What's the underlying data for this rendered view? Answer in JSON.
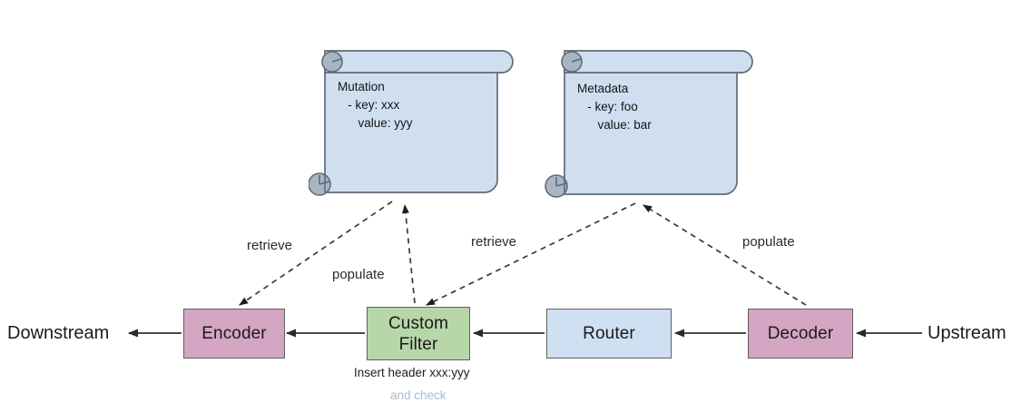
{
  "diagram": {
    "title": "Envoy filter chain with mutation and metadata scrolls",
    "colors": {
      "pink": "#d5a5c4",
      "green": "#b7d7a8",
      "blue": "#cfe0f3",
      "scroll_fill": "#cfdff0",
      "scroll_curl": "#9aa9b8",
      "stroke": "#5f5f5f",
      "edge": "#444444",
      "text": "#1a1a1a"
    },
    "scrolls": [
      {
        "id": "mutation",
        "name": "Mutation",
        "lines": [
          "Mutation",
          "   - key: xxx",
          "      value: yyy"
        ]
      },
      {
        "id": "metadata",
        "name": "Metadata",
        "lines": [
          "Metadata",
          "   - key: foo",
          "      value: bar"
        ]
      }
    ],
    "nodes": [
      {
        "id": "encoder",
        "label": "Encoder",
        "color": "pink"
      },
      {
        "id": "custom-filter",
        "label": "Custom\nFilter",
        "color": "green"
      },
      {
        "id": "router",
        "label": "Router",
        "color": "blue"
      },
      {
        "id": "decoder",
        "label": "Decoder",
        "color": "pink"
      }
    ],
    "endpoints": [
      {
        "id": "downstream",
        "label": "Downstream"
      },
      {
        "id": "upstream",
        "label": "Upstream"
      }
    ],
    "edge_labels": [
      {
        "id": "retrieve-mutation",
        "label": "retrieve"
      },
      {
        "id": "populate-mutation",
        "label": "populate"
      },
      {
        "id": "retrieve-metadata",
        "label": "retrieve"
      },
      {
        "id": "populate-metadata",
        "label": "populate"
      }
    ],
    "captions": [
      {
        "id": "insert-header",
        "label": "Insert  header xxx:yyy"
      },
      {
        "id": "clipped-caption",
        "label": "and check"
      }
    ]
  }
}
